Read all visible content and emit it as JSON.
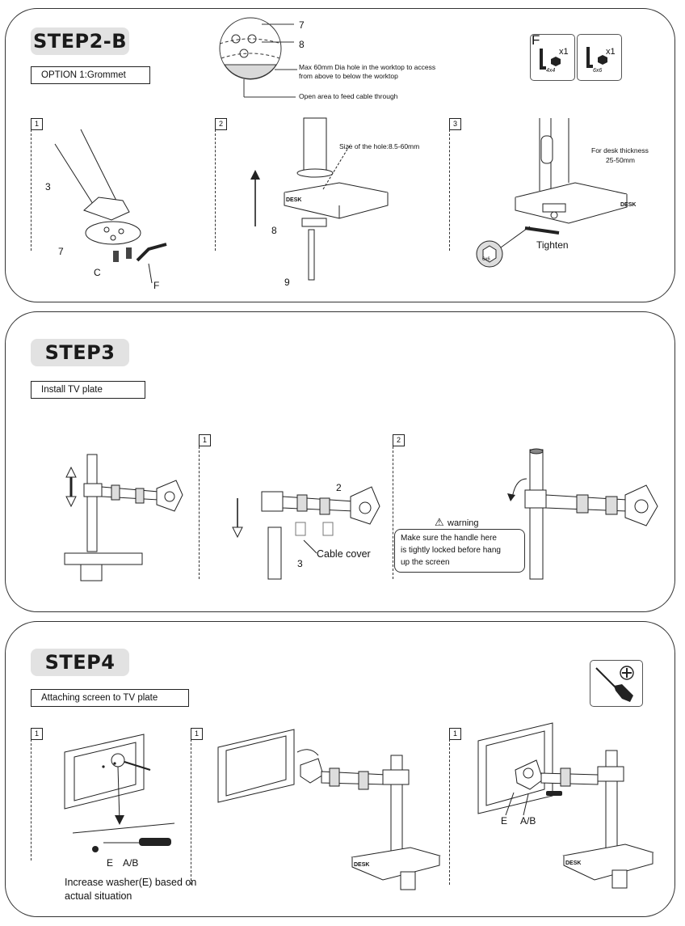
{
  "step2b": {
    "title": "STEP2-B",
    "option": "OPTION 1:Grommet",
    "callout_7": "7",
    "callout_8": "8",
    "note_hole": "Max 60mm Dia hole in the worktop to access",
    "note_hole2": "from above to below the worktop",
    "note_open": "Open area to feed cable through",
    "tool_f": "F",
    "tool_x1a": "x1",
    "tool_x1b": "x1",
    "tool_4x4": "4x4",
    "tool_6x6": "6x6",
    "sub1": {
      "num": "1",
      "lbl_3": "3",
      "lbl_7": "7",
      "lbl_c": "C",
      "lbl_f": "F"
    },
    "sub2": {
      "num": "2",
      "hole": "Size of the hole:8.5-60mm",
      "desk": "DESK",
      "lbl_8": "8",
      "lbl_9": "9"
    },
    "sub3": {
      "num": "3",
      "thick1": "For desk thickness",
      "thick2": "25-50mm",
      "desk": "DESK",
      "tighten": "Tighten",
      "hex": "6x6"
    }
  },
  "step3": {
    "title": "STEP3",
    "label": "Install TV plate",
    "sub1": {
      "num": "1",
      "lbl_2": "2",
      "lbl_3": "3",
      "cable": "Cable cover"
    },
    "sub2": {
      "num": "2",
      "warning": "warning",
      "w1": "Make sure the handle here",
      "w2": "is tightly locked before hang",
      "w3": "up the screen"
    }
  },
  "step4": {
    "title": "STEP4",
    "label": "Attaching screen to TV plate",
    "sub1": {
      "num": "1",
      "lbl_e": "E",
      "lbl_ab": "A/B",
      "note1": "Increase washer(E) based on",
      "note2": "actual situation"
    },
    "sub2": {
      "num": "1",
      "desk": "DESK"
    },
    "sub3": {
      "num": "1",
      "lbl_e": "E",
      "lbl_ab": "A/B",
      "desk": "DESK"
    }
  }
}
